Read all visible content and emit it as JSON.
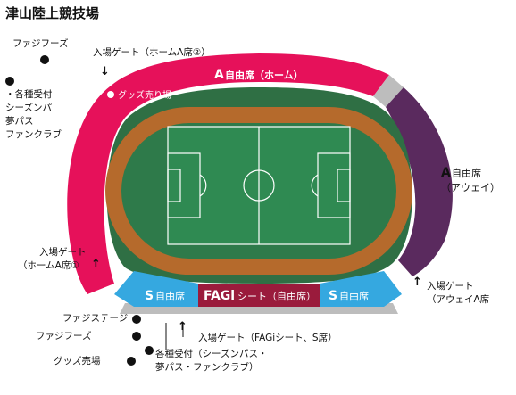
{
  "title": "津山陸上競技場",
  "seats": {
    "home": {
      "big": "A",
      "small": "自由席（ホーム）",
      "color": "#e6115a"
    },
    "away": {
      "big": "A",
      "small1": "自由席",
      "small2": "（アウェイ）",
      "color": "#5a2a5e"
    },
    "s_left": {
      "big": "S",
      "small": "自由席",
      "color": "#35a8e0"
    },
    "s_right": {
      "big": "S",
      "small": "自由席",
      "color": "#35a8e0"
    },
    "fagi": {
      "big": "FAGi",
      "small": "シート（自由席）",
      "color": "#9a1b3c"
    }
  },
  "labels": {
    "fagi_food_top": "ファジフーズ",
    "reception_left": [
      "・各種受付",
      "シーズンパ",
      "夢パス",
      "ファンクラブ"
    ],
    "entrance_home2": "入場ゲート（ホームA席②）",
    "goods_top": "グッズ売り場",
    "entrance_home1": [
      "入場ゲート",
      "（ホームA席①"
    ],
    "entrance_away": [
      "入場ゲート",
      "（アウェイA席"
    ],
    "fagi_stage": "ファジステージ",
    "fagi_food_bottom": "ファジフーズ",
    "goods_bottom": "グッズ売場",
    "entrance_fagi": "入場ゲート（FAGiシート、S席）",
    "reception_bottom": [
      "各種受付（シーズンパス・",
      "夢パス・ファンクラブ）"
    ]
  },
  "colors": {
    "track": "#b56a2c",
    "infield_green": "#2e7a4a",
    "pitch": "#2f8a52",
    "track_ring": "#2f6f44",
    "gray": "#bdbdbd"
  }
}
